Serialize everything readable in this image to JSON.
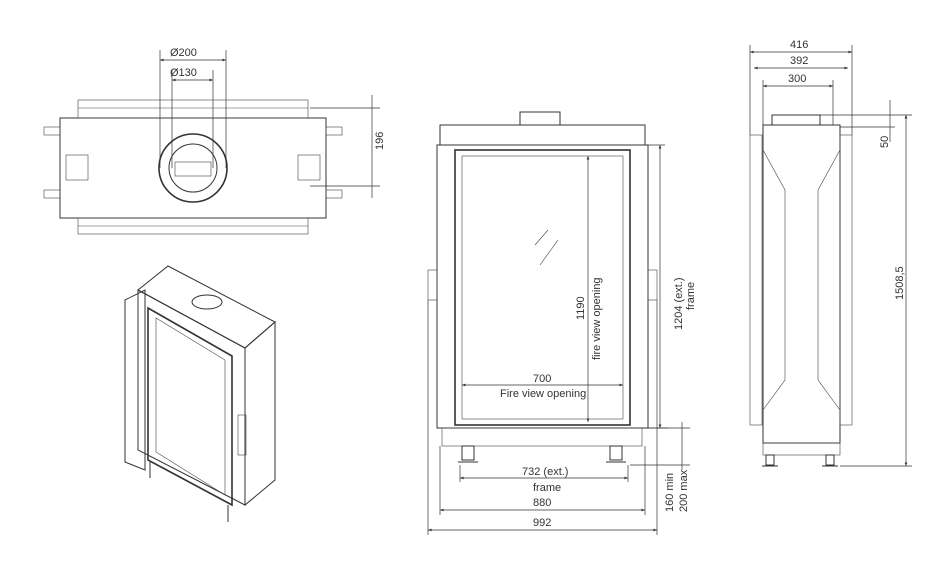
{
  "top_view": {
    "dia_outer": "Ø200",
    "dia_inner": "Ø130",
    "depth": "196"
  },
  "front_view": {
    "opening_height": "1190",
    "opening_height_label": "fire view opening",
    "frame_height": "1204 (ext.)",
    "frame_height_label": "frame",
    "opening_width": "700",
    "opening_width_label": "Fire view opening",
    "frame_width": "732 (ext.)",
    "frame_width_label": "frame",
    "body_width": "880",
    "overall_width": "992",
    "leg_min": "160 min",
    "leg_max": "200 max"
  },
  "side_view": {
    "w416": "416",
    "w392": "392",
    "w300": "300",
    "flue_h": "50",
    "total_h": "1508,5"
  }
}
